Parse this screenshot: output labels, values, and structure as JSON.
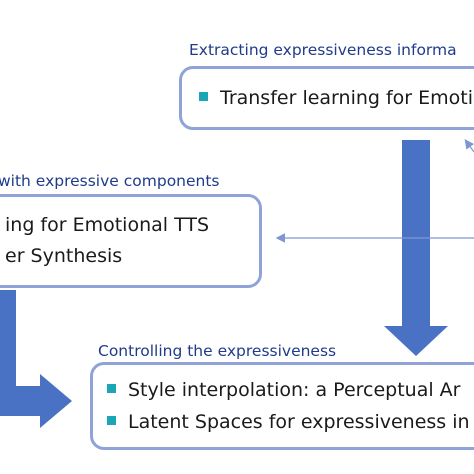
{
  "sections": {
    "extracting": {
      "caption": "Extracting expressiveness informa",
      "items": [
        "Transfer learning for Emoti"
      ]
    },
    "components": {
      "caption": "with expressive components",
      "items": [
        "ing for Emotional TTS",
        "er Synthesis"
      ]
    },
    "controlling": {
      "caption": "Controlling the expressiveness",
      "items": [
        "Style interpolation: a Perceptual Ar",
        "Latent Spaces for expressiveness in"
      ]
    }
  },
  "colors": {
    "box_border": "#8fa3d8",
    "caption_text": "#1f3b8c",
    "bullet": "#1aa6b7",
    "big_arrow": "#4a72c4",
    "thin_arrow": "#7f97d0"
  }
}
